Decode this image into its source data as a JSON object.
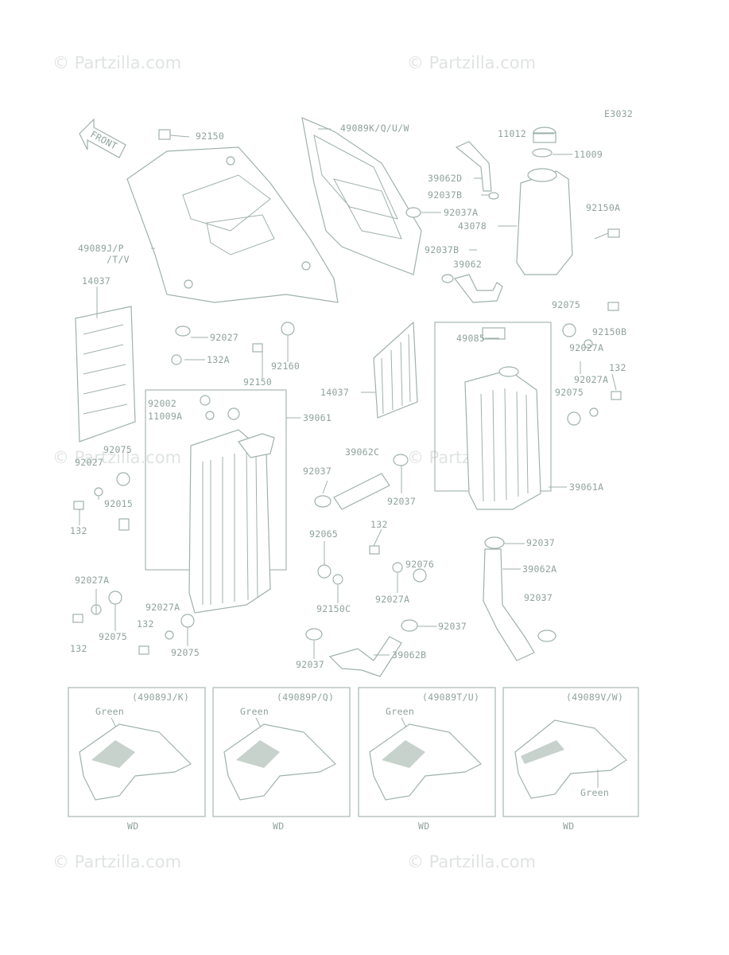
{
  "diagram_code": "E3032",
  "front_arrow": "FRONT",
  "watermark": "© Partzilla.com",
  "parts": {
    "p92150": "92150",
    "p49089KQUW": "49089K/Q/U/W",
    "p11012": "11012",
    "p11009": "11009",
    "p39062D": "39062D",
    "p92037B_1": "92037B",
    "p92037A": "92037A",
    "p43078": "43078",
    "p92150A": "92150A",
    "p49089JP_1": "49089J/P",
    "p49089JP_2": "/T/V",
    "p92037B_2": "92037B",
    "p39062": "39062",
    "p14037_1": "14037",
    "p92075_1": "92075",
    "p92150B": "92150B",
    "p49085": "49085",
    "p92027A_1": "92027A",
    "p92027": "92027",
    "p132A": "132A",
    "p92160": "92160",
    "p92150_2": "92150",
    "p92027A_2": "92027A",
    "p132_1": "132",
    "p14037_2": "14037",
    "p92075_2": "92075",
    "p92002": "92002",
    "p11009A": "11009A",
    "p39061": "39061",
    "p39062C": "39062C",
    "p92075_3": "92075",
    "p92027_2": "92027",
    "p92037_1": "92037",
    "p92015": "92015",
    "p92037_2": "92037",
    "p132_2": "132",
    "p39061A": "39061A",
    "p92065": "92065",
    "p132_3": "132",
    "p92076": "92076",
    "p92037_3": "92037",
    "p39062A": "39062A",
    "p92027A_3": "92027A",
    "p92150C": "92150C",
    "p92027A_4": "92027A",
    "p92027A_5": "92027A",
    "p132_4": "132",
    "p92037_4": "92037",
    "p92037_5": "92037",
    "p92075_4": "92075",
    "p92075_5": "92075",
    "p132_5": "132",
    "p92037_6": "92037",
    "p39062B": "39062B"
  },
  "panels": [
    {
      "code": "(49089J/K)",
      "color": "Green",
      "footer": "WD"
    },
    {
      "code": "(49089P/Q)",
      "color": "Green",
      "footer": "WD"
    },
    {
      "code": "(49089T/U)",
      "color": "Green",
      "footer": "WD"
    },
    {
      "code": "(49089V/W)",
      "color": "Green",
      "footer": "WD"
    }
  ]
}
